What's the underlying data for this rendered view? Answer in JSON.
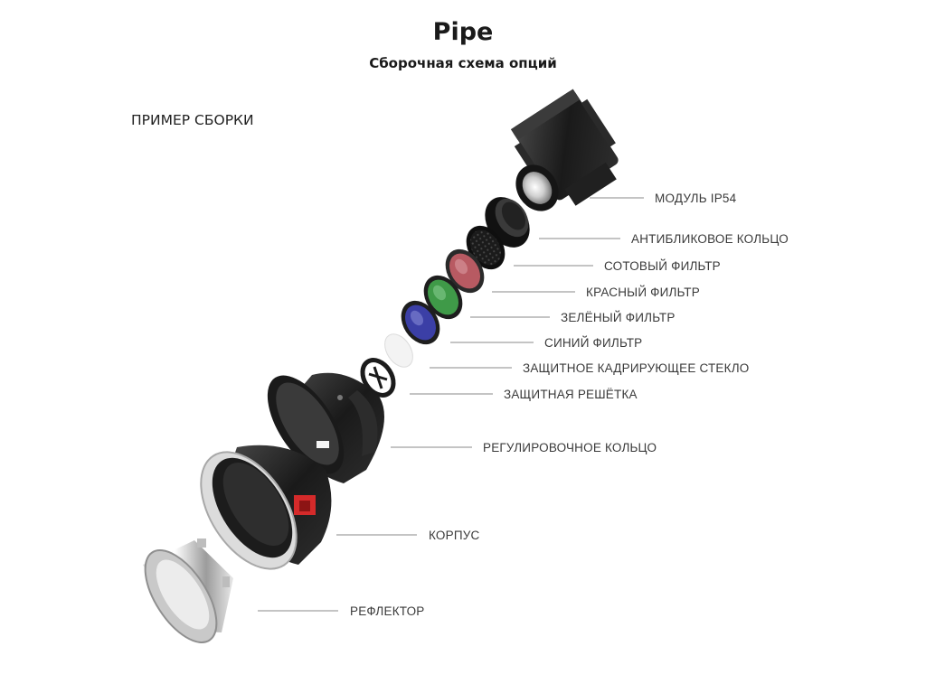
{
  "header": {
    "title": "Pipe",
    "subtitle": "Сборочная схема опций",
    "example_label": "ПРИМЕР СБОРКИ"
  },
  "parts": [
    {
      "id": "module",
      "label": "МОДУЛЬ IP54"
    },
    {
      "id": "antiglare",
      "label": "АНТИБЛИКОВОЕ КОЛЬЦО"
    },
    {
      "id": "honeycomb",
      "label": "СОТОВЫЙ ФИЛЬТР"
    },
    {
      "id": "red",
      "label": "КРАСНЫЙ ФИЛЬТР",
      "color": "#b85a62"
    },
    {
      "id": "green",
      "label": "ЗЕЛЁНЫЙ ФИЛЬТР",
      "color": "#3f9a48"
    },
    {
      "id": "blue",
      "label": "СИНИЙ ФИЛЬТР",
      "color": "#3b3fa6"
    },
    {
      "id": "glass",
      "label": "ЗАЩИТНОЕ КАДРИРУЮЩЕЕ СТЕКЛО"
    },
    {
      "id": "grille",
      "label": "ЗАЩИТНАЯ РЕШЁТКА"
    },
    {
      "id": "adjust",
      "label": "РЕГУЛИРОВОЧНОЕ КОЛЬЦО"
    },
    {
      "id": "body",
      "label": "КОРПУС",
      "accent": "#d42a2a"
    },
    {
      "id": "reflector",
      "label": "РЕФЛЕКТОР"
    }
  ]
}
